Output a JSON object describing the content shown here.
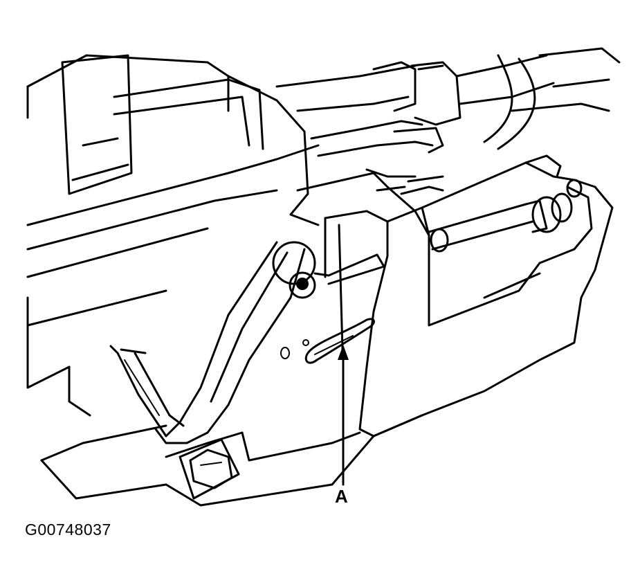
{
  "figure": {
    "id": "G00748037",
    "callouts": [
      {
        "label": "A",
        "points_to": "cotter-pin"
      }
    ]
  },
  "colors": {
    "line": "#000000",
    "background": "#ffffff"
  }
}
